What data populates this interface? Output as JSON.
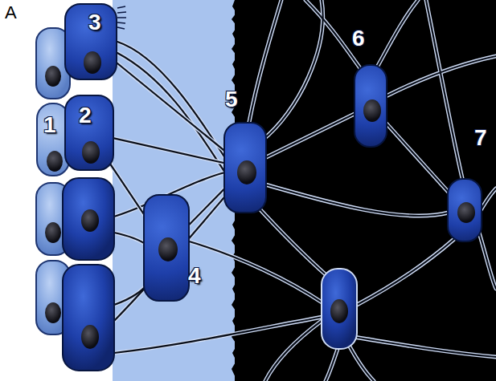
{
  "diagram": {
    "nodes": [
      {
        "text": [
          "1"
        ]
      },
      {
        "text": [
          "2"
        ]
      },
      {
        "text": [
          "3"
        ]
      },
      {
        "text": [
          "4"
        ]
      },
      {
        "text": [
          "5"
        ]
      },
      {
        "text": [
          "6"
        ]
      },
      {
        "text": [
          "7"
        ]
      }
    ],
    "edges": [
      {
        "from": 2,
        "to": 4,
        "arrow": "none"
      },
      {
        "from": 1,
        "to": 4,
        "arrow": "none"
      },
      {
        "from": 1,
        "to": 3,
        "arrow": "none"
      },
      {
        "from": 3,
        "to": 4,
        "arrow": "none"
      },
      {
        "from": 4,
        "to": 5,
        "arrow": "none"
      },
      {
        "from": 5,
        "to": 6,
        "arrow": "none"
      }
    ],
    "labels": [
      "A"
    ]
  }
}
